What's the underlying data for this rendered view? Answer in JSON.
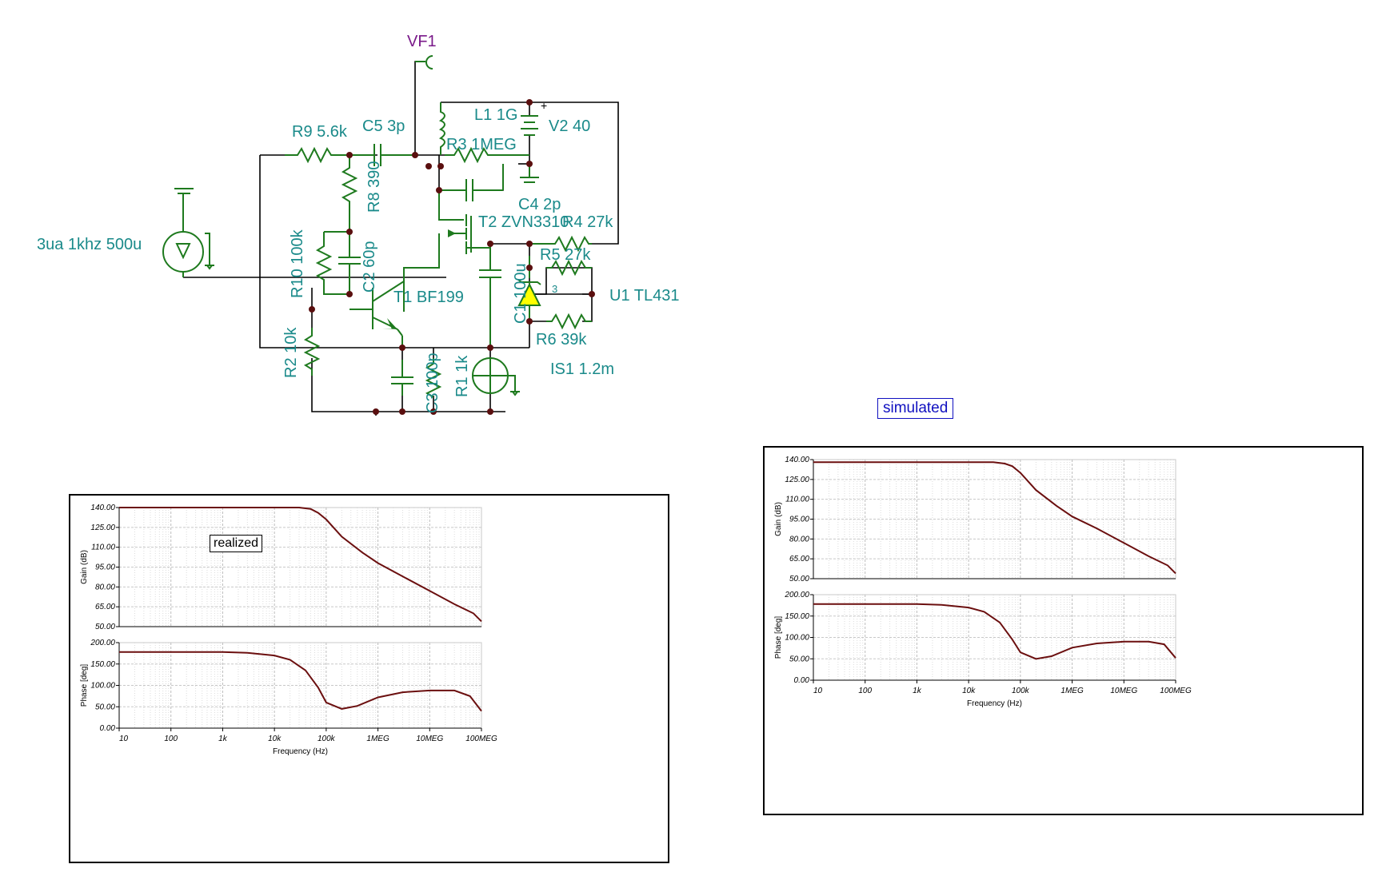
{
  "schematic": {
    "source_label": "3ua 1khz 500u",
    "labels": {
      "vf1": "VF1",
      "l1": "L1 1G",
      "v2": "V2 40",
      "r9": "R9 5.6k",
      "c5": "C5 3p",
      "r3": "R3 1MEG",
      "r8": "R8 390",
      "c4": "C4 2p",
      "t2": "T2 ZVN3310",
      "r4": "R4 27k",
      "r10": "R10 100k",
      "c2": "C2 60p",
      "r5": "R5 27k",
      "c1": "C1 100u",
      "t1": "T1 BF199",
      "u1": "U1 TL431",
      "u1_pin": "3",
      "r6": "R6 39k",
      "r2": "R2 10k",
      "c3": "C3 100p",
      "r1": "R1 1k",
      "is1": "IS1 1.2m",
      "plus": "+"
    }
  },
  "colors": {
    "wire": "#000000",
    "component": "#1e7a1e",
    "label": "#1a8a8a",
    "probe_label": "#7a1a8a",
    "curve": "#6b0f0f",
    "tl431_fill": "#ffff00",
    "simulated_tag": "#1010c0"
  },
  "chart_data": [
    {
      "type": "line",
      "tag": "realized",
      "xlabel": "Frequency (Hz)",
      "xscale": "log",
      "xlim": [
        10,
        100000000
      ],
      "x_ticks": [
        "10",
        "100",
        "1k",
        "10k",
        "100k",
        "1MEG",
        "10MEG",
        "100MEG"
      ],
      "panels": [
        {
          "ylabel": "Gain (dB)",
          "ylim": [
            50,
            140
          ],
          "y_ticks": [
            "140.00",
            "125.00",
            "110.00",
            "95.00",
            "80.00",
            "65.00",
            "50.00"
          ],
          "x": [
            10,
            1000,
            10000,
            30000,
            50000,
            70000,
            100000,
            200000,
            500000,
            1000000,
            3000000,
            10000000,
            30000000,
            70000000,
            100000000
          ],
          "values": [
            140,
            140,
            140,
            140,
            139,
            136,
            131,
            118,
            106,
            98,
            88,
            77,
            67,
            60,
            54
          ]
        },
        {
          "ylabel": "Phase [deg]",
          "ylim": [
            0,
            200
          ],
          "y_ticks": [
            "200.00",
            "150.00",
            "100.00",
            "50.00",
            "0.00"
          ],
          "x": [
            10,
            1000,
            3000,
            10000,
            20000,
            40000,
            70000,
            100000,
            200000,
            400000,
            1000000,
            3000000,
            10000000,
            30000000,
            60000000,
            100000000
          ],
          "values": [
            178,
            178,
            176,
            170,
            160,
            135,
            95,
            60,
            45,
            52,
            72,
            84,
            88,
            88,
            75,
            40
          ]
        }
      ]
    },
    {
      "type": "line",
      "tag": "simulated",
      "xlabel": "Frequency (Hz)",
      "xscale": "log",
      "xlim": [
        10,
        100000000
      ],
      "x_ticks": [
        "10",
        "100",
        "1k",
        "10k",
        "100k",
        "1MEG",
        "10MEG",
        "100MEG"
      ],
      "panels": [
        {
          "ylabel": "Gain (dB)",
          "ylim": [
            50,
            140
          ],
          "y_ticks": [
            "140.00",
            "125.00",
            "110.00",
            "95.00",
            "80.00",
            "65.00",
            "50.00"
          ],
          "x": [
            10,
            1000,
            10000,
            30000,
            50000,
            70000,
            100000,
            200000,
            500000,
            1000000,
            3000000,
            10000000,
            30000000,
            70000000,
            100000000
          ],
          "values": [
            138,
            138,
            138,
            138,
            137,
            135,
            130,
            117,
            105,
            97,
            88,
            77,
            67,
            60,
            54
          ]
        },
        {
          "ylabel": "Phase [deg]",
          "ylim": [
            0,
            200
          ],
          "y_ticks": [
            "200.00",
            "150.00",
            "100.00",
            "50.00",
            "0.00"
          ],
          "x": [
            10,
            1000,
            3000,
            10000,
            20000,
            40000,
            70000,
            100000,
            200000,
            400000,
            1000000,
            3000000,
            10000000,
            30000000,
            60000000,
            100000000
          ],
          "values": [
            178,
            178,
            176,
            170,
            160,
            135,
            95,
            65,
            50,
            56,
            76,
            86,
            90,
            90,
            84,
            52
          ]
        }
      ]
    }
  ]
}
